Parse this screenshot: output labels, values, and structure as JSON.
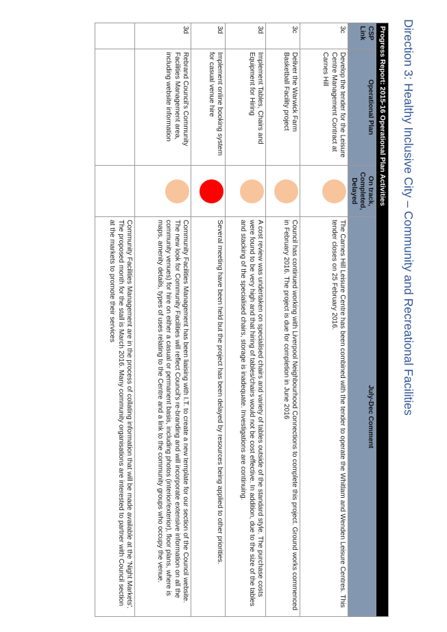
{
  "page": {
    "title": "Direction 3: Healthy Inclusive City – Community and Recreational Facilities"
  },
  "report": {
    "banner": "Progress Report: 2015-16 Operational Plan Activities",
    "headers": {
      "csp_line1": "CSP",
      "csp_line2": "Link",
      "plan": "Operational Plan",
      "status_line1": "On track,",
      "status_line2": "Completed,",
      "status_line3": "Delayed",
      "comment": "July-Dec Comment"
    },
    "status_colors": {
      "amber": "#f8c49c",
      "red": "#ff0000"
    },
    "rows": [
      {
        "csp": "3c",
        "plan": "Develop the tender for the Leisure Centre Management Contract at Carnes Hill",
        "status": "amber",
        "comment": "The Carnes Hill Leisure Centre has been combined with the tender to operate the Whitlam and Wenden Leisure Centres.  This tender closes on 25 February 2016."
      },
      {
        "csp": "3c",
        "plan": "Deliver the Warwick Farm Basketball Facility project",
        "status": "amber",
        "comment": "Council has continued working with Liverpool Neighbourhood Connections to complete this project. Ground works commenced in February 2016.  The project is due for completion in June 2016"
      },
      {
        "csp": "3d",
        "plan": "Implement Tables, Chairs and Equipment for Hiring",
        "status": "amber",
        "comment": "A cost review was undertaken on specialised chairs and variety of tables outside of the standard style. The purchase costs were found to be very high and that hiring of tables/chairs would not be cost effective. In addition, due to the size of the tables and stacking of the specialised chairs, storage is inadequate. Investigations are continuing."
      },
      {
        "csp": "3d",
        "plan": "Implement online booking system for casual venue hire",
        "status": "red",
        "comment": "Several meeting have been held but the project has been delayed by resources being applied to other priorities."
      },
      {
        "csp": "3d",
        "plan": "Rebrand Council's Community Facilities Management area, including website information",
        "status": "amber",
        "comment": "Community Facilities Management has been liaising with I.T. to create a new template for our section of the Council website. The new look for Community Facilities will reflect Council's re-branding and will incorporate extensive information on all the community venues) for hire on either a casual or permanent basis, including photos (interior/exterior), floor plans, where is maps, amenity details, types of uses relating to the Centre and a link to the community groups who occupy the venue."
      },
      {
        "csp": "",
        "plan": "",
        "status": "",
        "comment": "Community Facilities Management are in the process of collating information that will be made available at the 'Night Markets'. The proposed month for the stall is March 2016. Many community organisations are interested to partner with Council section at the markets to promote their services"
      }
    ]
  }
}
